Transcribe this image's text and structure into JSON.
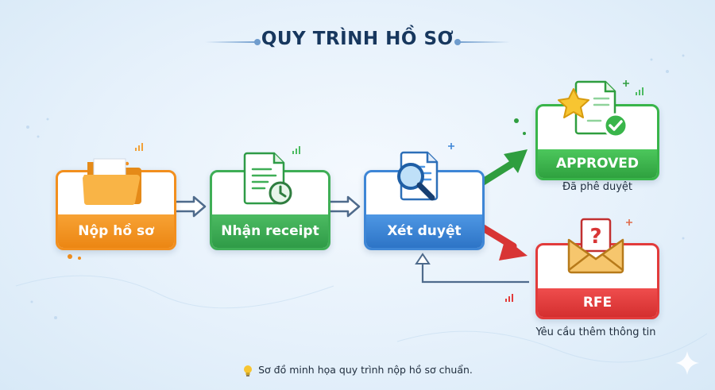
{
  "header": {
    "title": "QUY TRÌNH HỒ SƠ"
  },
  "steps": [
    {
      "label": "Nộp hồ sơ",
      "color": "#f28f1e",
      "icon": "folder-icon"
    },
    {
      "label": "Nhận receipt",
      "color": "#3fae56",
      "icon": "document-clock-icon"
    },
    {
      "label": "Xét duyệt",
      "color": "#3e86d6",
      "icon": "magnifier-document-icon"
    }
  ],
  "outcomes": {
    "approved": {
      "label": "APPROVED",
      "caption": "Đã phê duyệt",
      "color": "#39b54a",
      "icon": "star-check-document-icon"
    },
    "rfe": {
      "label": "RFE",
      "caption": "Yêu cầu thêm thông tin",
      "color": "#e23b3b",
      "icon": "question-envelope-icon"
    }
  },
  "footnote": {
    "text": "Sơ đồ minh họa quy trình nộp hồ sơ chuẩn.",
    "icon": "lightbulb-icon"
  }
}
